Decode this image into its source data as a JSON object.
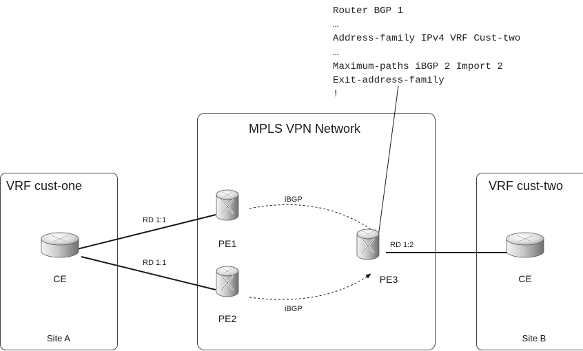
{
  "config": {
    "lines": [
      "Router BGP 1",
      "…",
      "Address-family IPv4 VRF Cust-two",
      "…",
      "Maximum-paths iBGP 2 Import 2",
      "Exit-address-family",
      "!"
    ]
  },
  "regions": {
    "mpls": {
      "title": "MPLS VPN Network"
    },
    "site_a": {
      "title": "VRF cust-one",
      "footer": "Site A"
    },
    "site_b": {
      "title": "VRF cust-two",
      "footer": "Site B"
    }
  },
  "routers": {
    "ce_a": {
      "label": "CE"
    },
    "pe1": {
      "label": "PE1"
    },
    "pe2": {
      "label": "PE2"
    },
    "pe3": {
      "label": "PE3"
    },
    "ce_b": {
      "label": "CE"
    }
  },
  "links": {
    "ce_pe1": {
      "label": "RD 1:1"
    },
    "ce_pe2": {
      "label": "RD 1:1"
    },
    "pe3_ce": {
      "label": "RD 1:2"
    }
  },
  "sessions": {
    "pe1_pe3": {
      "label": "iBGP"
    },
    "pe2_pe3": {
      "label": "iBGP"
    }
  },
  "colors": {
    "line": "#1a1a1a",
    "box": "#444444",
    "router_light": "#f2f2f2",
    "router_dark": "#7a7a7a"
  }
}
